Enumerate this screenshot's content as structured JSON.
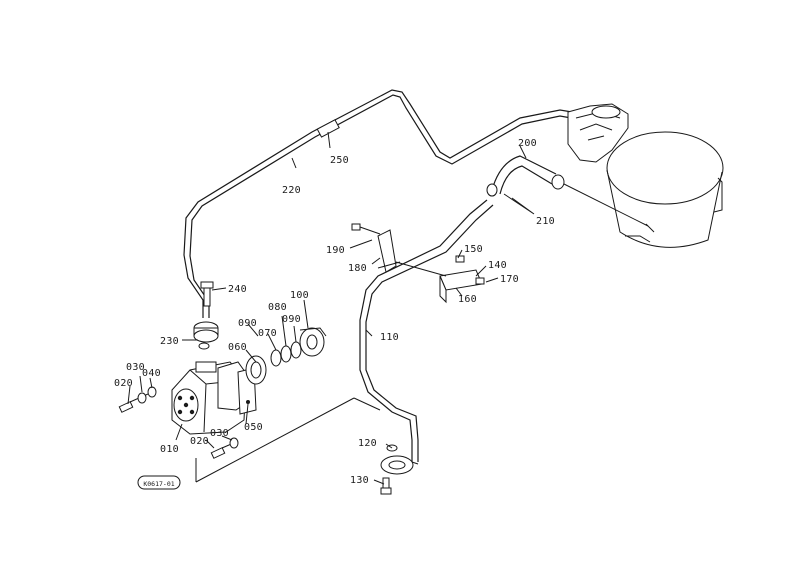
{
  "diagram_code": "K0617-01",
  "callouts": {
    "c010": "010",
    "c020a": "020",
    "c020b": "020",
    "c030a": "030",
    "c030b": "030",
    "c040": "040",
    "c050": "050",
    "c060": "060",
    "c070": "070",
    "c080": "080",
    "c090a": "090",
    "c090b": "090",
    "c100": "100",
    "c110": "110",
    "c120": "120",
    "c130": "130",
    "c140": "140",
    "c150": "150",
    "c160": "160",
    "c170": "170",
    "c180": "180",
    "c190": "190",
    "c200": "200",
    "c210": "210",
    "c220": "220",
    "c230": "230",
    "c240": "240",
    "c250": "250"
  },
  "colors": {
    "ink": "#1a1a1a",
    "paper": "#ffffff"
  }
}
